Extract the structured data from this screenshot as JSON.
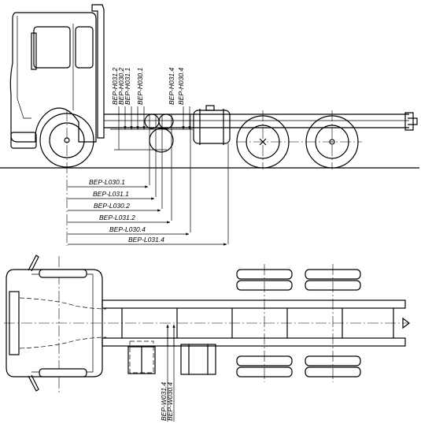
{
  "labels": {
    "h031_2": "BEP-H031.2",
    "h030_2": "BEP-H030.2",
    "h031_1": "BEP-H031.1",
    "h030_1": "BEP-H030.1",
    "h031_4": "BEP-H031.4",
    "h030_4": "BEP-H030.4",
    "l030_1": "BEP-L030.1",
    "l031_1": "BEP-L031.1",
    "l030_2": "BEP-L030.2",
    "l031_2": "BEP-L031.2",
    "l030_4": "BEP-L030.4",
    "l031_4": "BEP-L031.4",
    "w031_4": "BEP-W031.4",
    "w030_4": "BEP-W030.4"
  }
}
